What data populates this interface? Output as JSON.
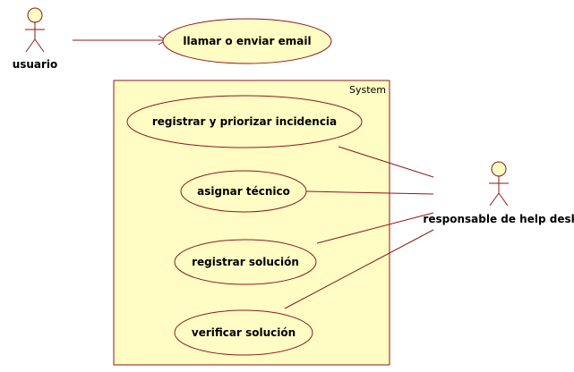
{
  "colors": {
    "fill": "#fffcc4",
    "stroke": "#8b1a1a",
    "text": "#000000"
  },
  "system": {
    "label": "System"
  },
  "actors": {
    "usuario": {
      "label": "usuario"
    },
    "helpdesk": {
      "label": "responsable de help desk"
    }
  },
  "usecases": {
    "llamar": "llamar o enviar email",
    "registrar_incidencia": "registrar y priorizar incidencia",
    "asignar": "asignar técnico",
    "registrar_solucion": "registrar solución",
    "verificar": "verificar solución"
  }
}
